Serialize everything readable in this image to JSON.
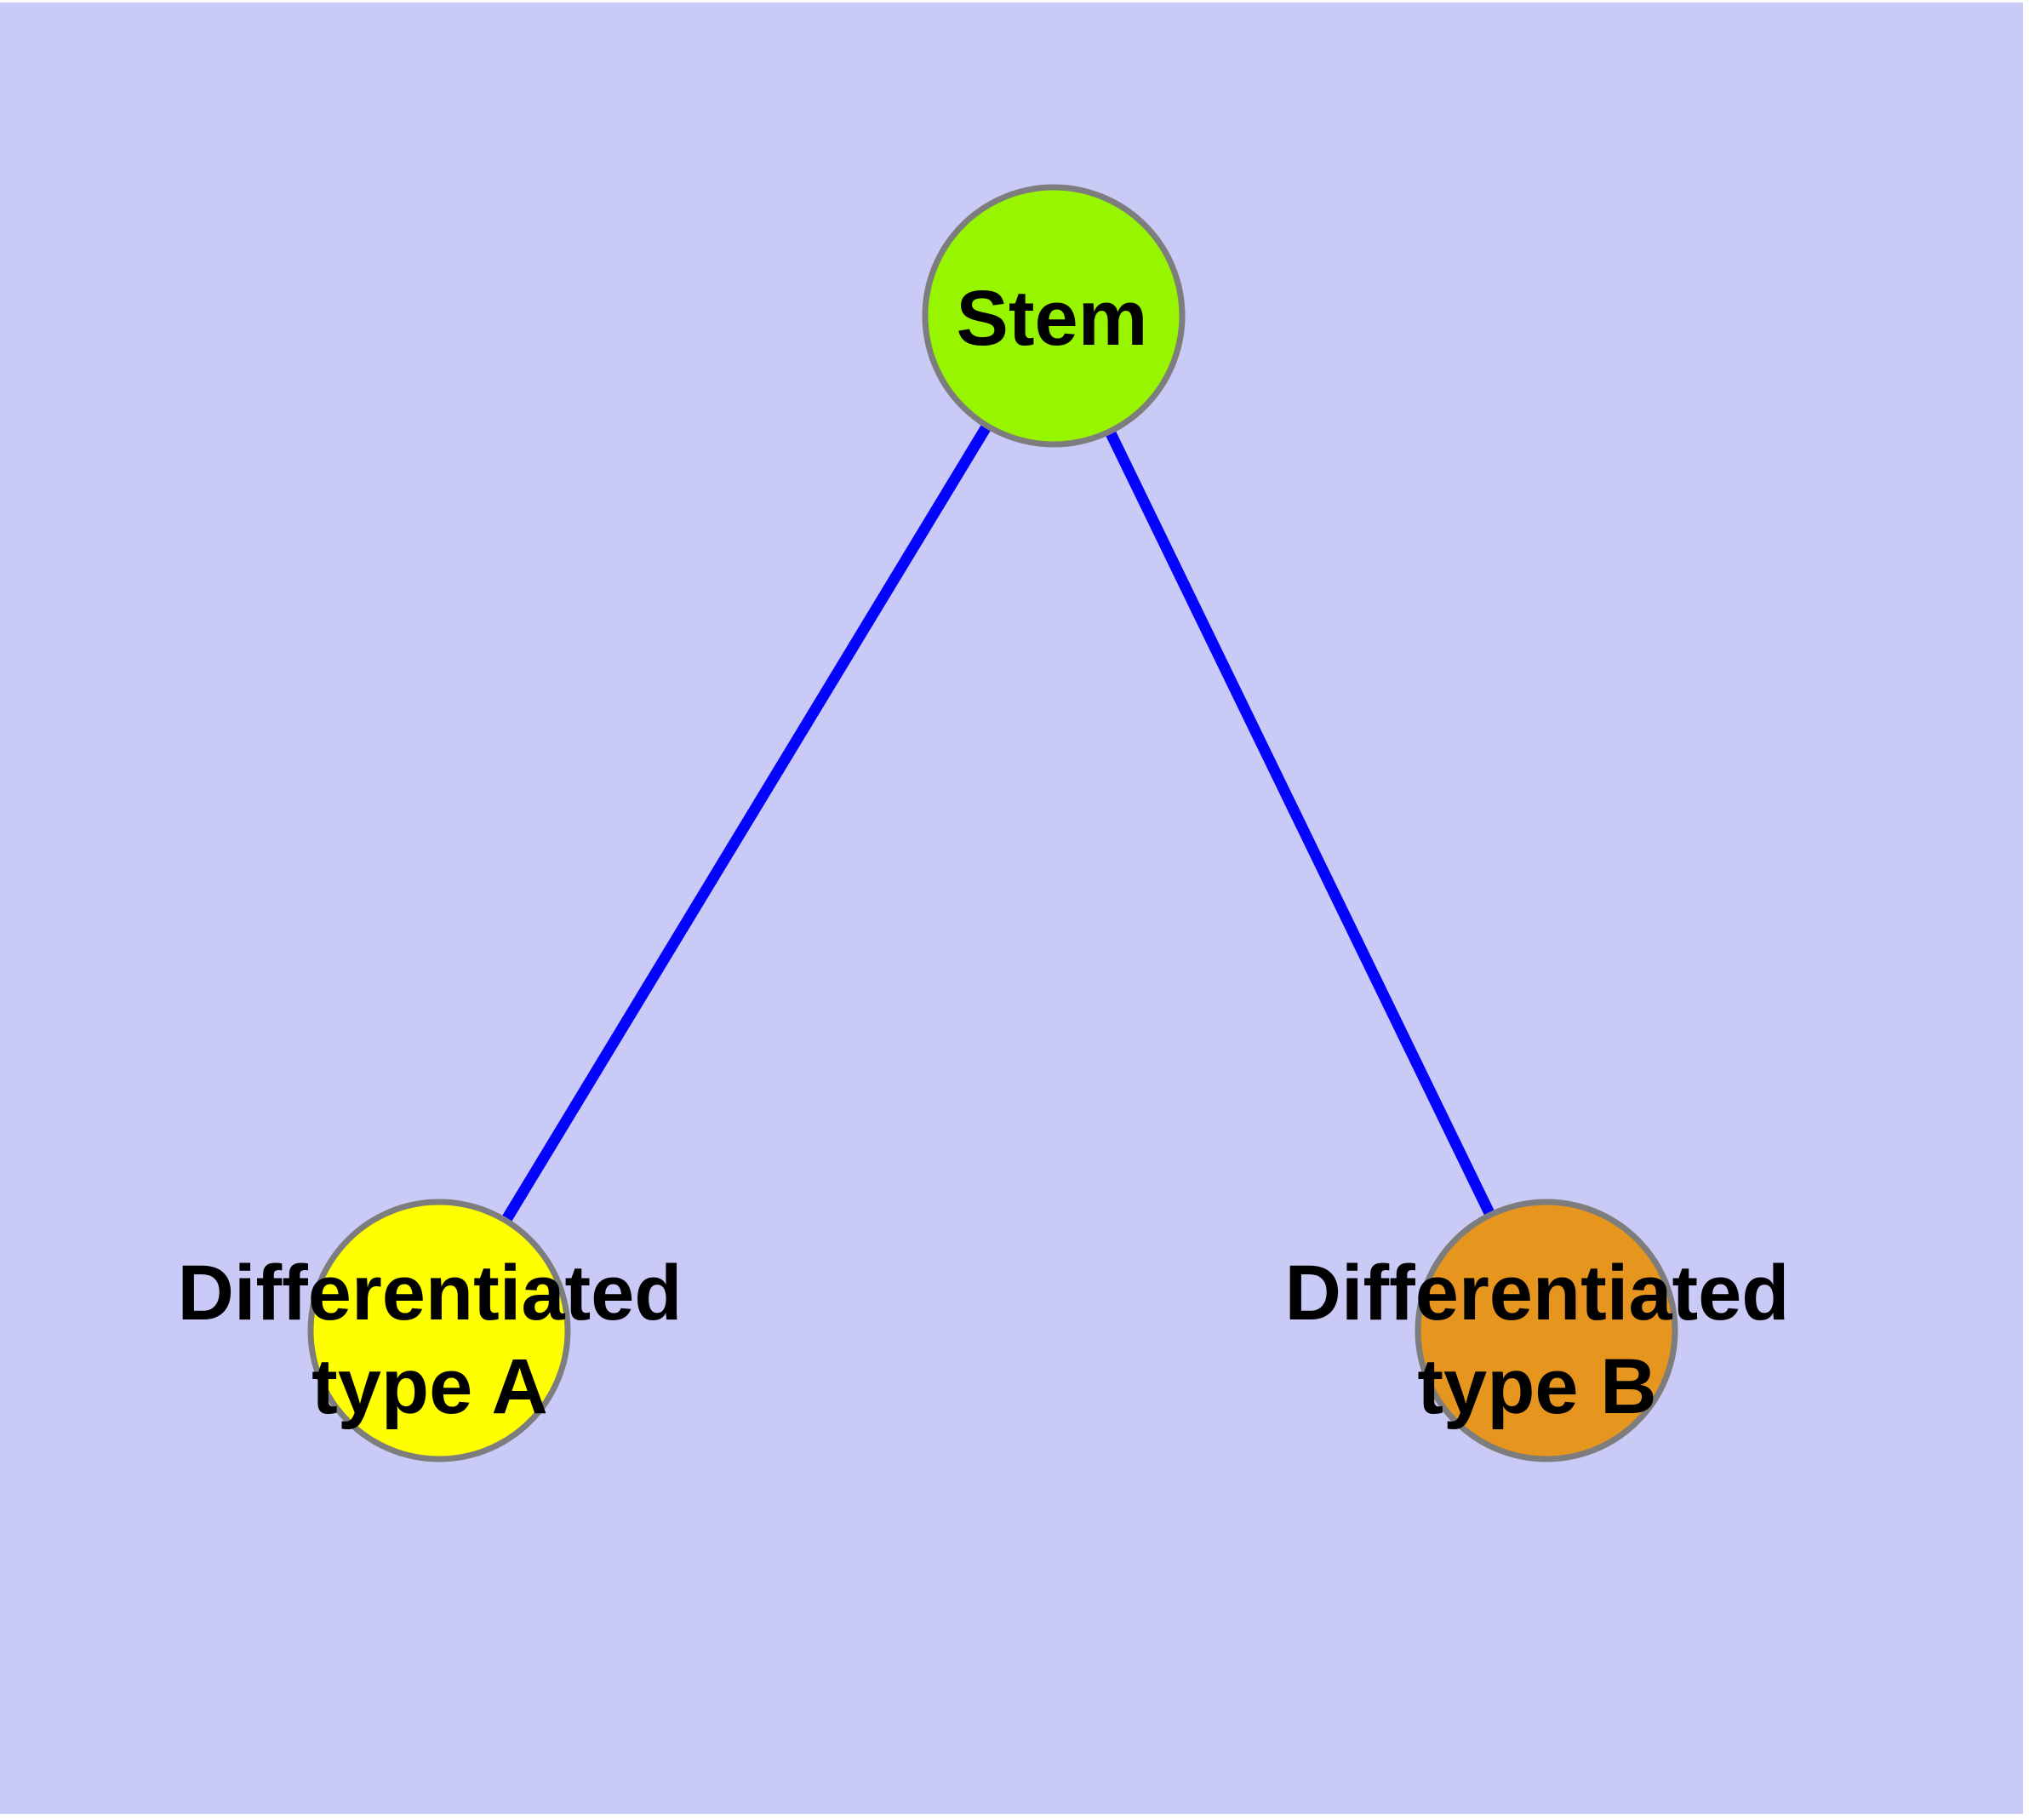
{
  "diagram": {
    "type": "node-link-graph",
    "background_color": "#cacaf6",
    "outer_border_color": "#ffffff",
    "node_border_color": "#7d7d7d",
    "edge_color": "#0404fc",
    "label_color": "#000000",
    "nodes": {
      "stem": {
        "label": "Stem",
        "fill": "#98f500"
      },
      "diff_a": {
        "label_line1": "Differentiated",
        "label_line2": "type A",
        "fill": "#ffff00"
      },
      "diff_b": {
        "label_line1": "Differentiated",
        "label_line2": "type B",
        "fill": "#e6961e"
      }
    },
    "edges": [
      {
        "from": "Stem",
        "to": "Differentiated type A"
      },
      {
        "from": "Stem",
        "to": "Differentiated type B"
      }
    ]
  }
}
